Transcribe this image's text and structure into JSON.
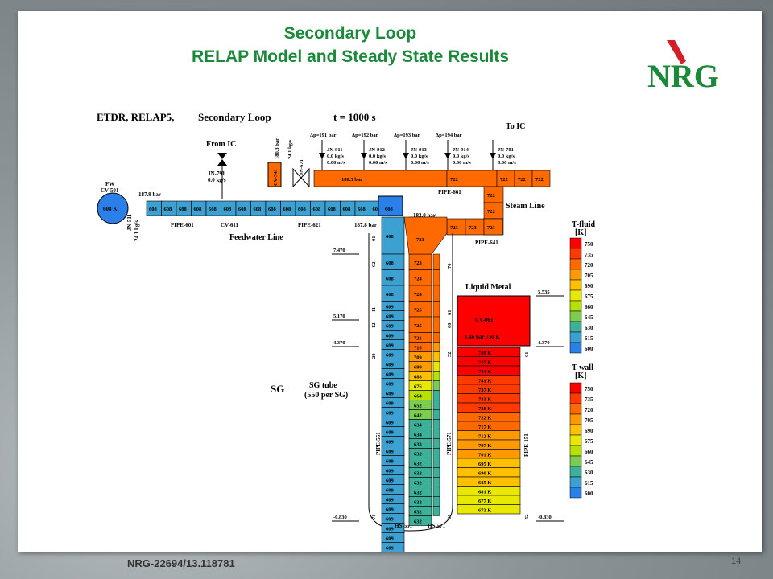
{
  "title": {
    "line1": "Secondary Loop",
    "line2": "RELAP Model and Steady State Results"
  },
  "logo": {
    "text": "NRG"
  },
  "footer": {
    "ref": "NRG-22694/13.118781",
    "page": "14"
  },
  "colors": {
    "title_green": "#1a8a3a",
    "logo_red": "#d32027",
    "logo_green": "#1a8a3a"
  },
  "header": {
    "code": "ETDR, RELAP5,",
    "loop": "Secondary Loop",
    "time": "t =  1000 s"
  },
  "labels": {
    "fw": "FW",
    "cv501": "CV-501",
    "fw_temp": "608 K",
    "from_ic": "From IC",
    "to_ic": "To IC",
    "jn791": "JN-791",
    "jn791_flow": "0.0 kg/s",
    "jn511": "JN-511",
    "jn511_flow": "24.1 kg/s",
    "p1879": "187.9 bar",
    "p1878": "187.8 bar",
    "p1820": "182.0 bar",
    "p1803": "180.3 bar",
    "cv541": "CV-541",
    "cv541_p": "180.3 bar",
    "jn671": "JN-671",
    "jn671_flow": "24.1 kg/s",
    "pipe601": "PIPE-601",
    "cv611": "CV-611",
    "pipe621": "PIPE-621",
    "pipe661": "PIPE-661",
    "pipe641": "PIPE-641",
    "feedwater": "Feedwater Line",
    "steam": "Steam Line",
    "sg": "SG",
    "sgtube": "SG tube",
    "sgtube2": "(550 per SG)",
    "liquid_metal": "Liquid Metal",
    "cv061": "CV-061",
    "cv061_val": "1.46 bar   750 K",
    "pipe551": "PIPE-551",
    "pipe571": "PIPE-571",
    "pipe151": "PIPE-151",
    "hs551": "HS-551",
    "hs571": "HS-571",
    "tfluid": "T-fluid",
    "twall": "T-wall",
    "unit": "[K]"
  },
  "junctions": [
    {
      "name": "JN-911",
      "dp": "Δp=191 bar"
    },
    {
      "name": "JN-912",
      "dp": "Δp=192 bar"
    },
    {
      "name": "JN-913",
      "dp": "Δp=193 bar"
    },
    {
      "name": "JN-914",
      "dp": "Δp=194 bar"
    },
    {
      "name": "JN-701",
      "dp": ""
    }
  ],
  "junction_flow": [
    "0.0 kg/s",
    "0.00 m/s"
  ],
  "feed_cells": [
    "608",
    "608",
    "608",
    "608",
    "608",
    "608",
    "608",
    "608",
    "608",
    "608",
    "608",
    "608",
    "608",
    "608",
    "608",
    "608"
  ],
  "steam_top": [
    "180.3 bar",
    "722",
    "722",
    "722",
    "722"
  ],
  "steam_vert": [
    "722",
    "722",
    "722"
  ],
  "steam_bottom": [
    "723",
    "723",
    "723"
  ],
  "elevations": [
    {
      "v": "7.470"
    },
    {
      "v": "5.170"
    },
    {
      "v": "4.370"
    },
    {
      "v": "-0.830"
    }
  ],
  "elevations_right": [
    {
      "v": "5.535"
    },
    {
      "v": "4.370"
    },
    {
      "v": "-0.830"
    }
  ],
  "node_labels_left": [
    "01",
    "02",
    "11",
    "12",
    "20",
    "71"
  ],
  "node_labels_mid": [
    "70",
    "61",
    "60",
    "52",
    "01"
  ],
  "node_labels_right": [
    "01",
    "52"
  ],
  "sg_blue": [
    "608",
    "608",
    "608",
    "608",
    "609",
    "609",
    "609",
    "609",
    "609",
    "609",
    "609",
    "609",
    "609",
    "609",
    "609",
    "609",
    "609",
    "609",
    "609",
    "609",
    "609",
    "609",
    "609",
    "609",
    "609",
    "609",
    "609",
    "609",
    "609",
    "609"
  ],
  "sg_fluid": [
    "723",
    "723",
    "724",
    "724",
    "725",
    "725",
    "721",
    "716",
    "709",
    "699",
    "688",
    "676",
    "664",
    "652",
    "642",
    "634",
    "634",
    "633",
    "632",
    "632",
    "632",
    "632",
    "632",
    "632",
    "632",
    "632"
  ],
  "lm_temps": [
    "749 K",
    "747 K",
    "744 K",
    "741 K",
    "737 K",
    "733 K",
    "728 K",
    "722 K",
    "717 K",
    "712 K",
    "707 K",
    "701 K",
    "695 K",
    "690 K",
    "685 K",
    "681 K",
    "677 K",
    "673 K"
  ],
  "legend_values": [
    "750",
    "735",
    "720",
    "705",
    "690",
    "675",
    "660",
    "645",
    "630",
    "615",
    "600"
  ],
  "legend_colors": [
    "#ff0000",
    "#ff3a00",
    "#ff6a00",
    "#ff9900",
    "#ffc000",
    "#e8e800",
    "#b8e000",
    "#7ccc50",
    "#3cb098",
    "#3ca0d0",
    "#2b7fe8"
  ]
}
